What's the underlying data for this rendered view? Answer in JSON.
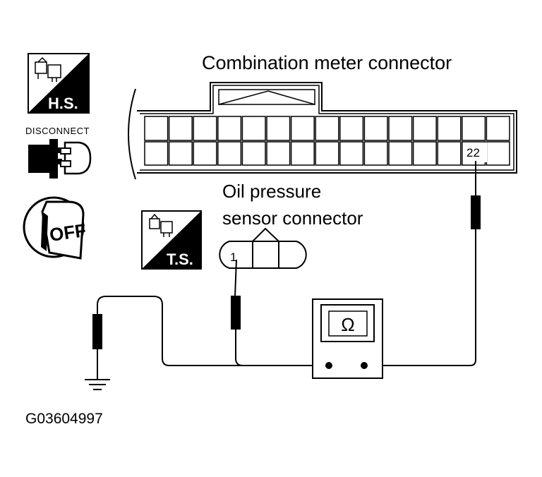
{
  "labels": {
    "combination_meter_connector": "Combination meter connector",
    "oil_pressure_line1": "Oil pressure",
    "oil_pressure_line2": "sensor connector",
    "pin_22": "22",
    "pin_1": "1",
    "ohm_symbol": "Ω",
    "figure_code": "G03604997"
  },
  "icons": {
    "hs_label": "H.S.",
    "disconnect_label": "DISCONNECT",
    "off_label": "OFF",
    "ts_label": "T.S."
  }
}
